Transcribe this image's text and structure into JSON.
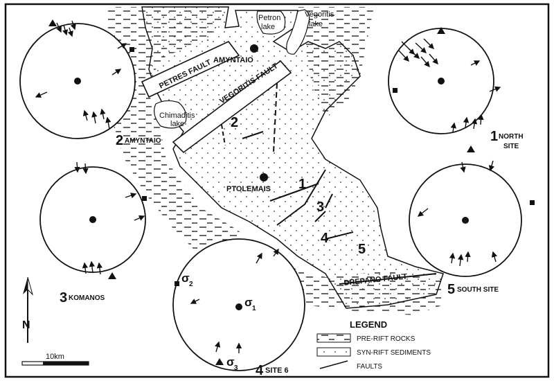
{
  "place_labels": {
    "petron_lake": [
      "Petron",
      "lake"
    ],
    "vegoritis_lake": [
      "Vegoritis",
      "lake"
    ],
    "chimaditis_lake": [
      "Chimaditis",
      "lake"
    ],
    "amyntaio": "AMYNTAIO",
    "ptolemais": "PTOLEMAIS"
  },
  "fault_labels": {
    "petres": "PETRES FAULT",
    "vegoritis": "VEGORITIS FAULT",
    "drepano": "DREPANO FAULT"
  },
  "area_numbers": [
    "1",
    "2",
    "3",
    "4",
    "5"
  ],
  "stereonets": {
    "net_2": {
      "number": "2",
      "name": "AMYNTAIO"
    },
    "net_1": {
      "number": "1",
      "name": "NORTH",
      "name2": "SITE"
    },
    "net_3": {
      "number": "3",
      "name": "KOMANOS"
    },
    "net_5": {
      "number": "5",
      "name": "SOUTH SITE"
    },
    "net_4": {
      "number": "4",
      "name": "SITE 6"
    }
  },
  "stress_labels": {
    "sigma1": "σ",
    "sigma1_sub": "1",
    "sigma2": "σ",
    "sigma2_sub": "2",
    "sigma3": "σ",
    "sigma3_sub": "3"
  },
  "north_arrow": {
    "label": "N"
  },
  "scale_bar": {
    "label": "10km"
  },
  "legend": {
    "title": "LEGEND",
    "items": [
      {
        "symbol": "dash",
        "label": "PRE-RIFT ROCKS"
      },
      {
        "symbol": "dots",
        "label": "SYN-RIFT SEDIMENTS"
      },
      {
        "symbol": "line",
        "label": "FAULTS"
      }
    ]
  }
}
